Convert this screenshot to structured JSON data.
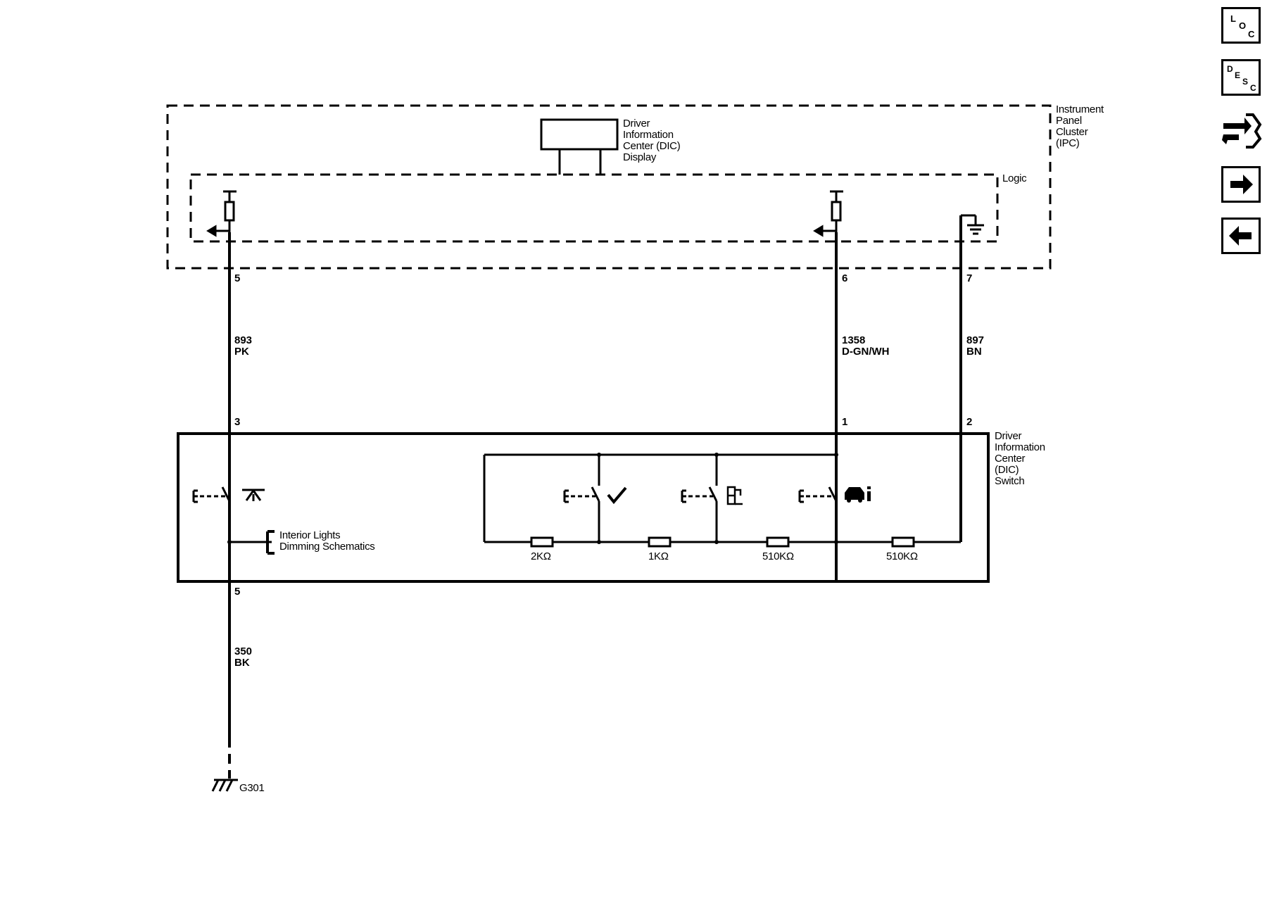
{
  "modules": {
    "ipc": "Instrument\nPanel\nCluster\n(IPC)",
    "logic": "Logic",
    "dic_display": "Driver\nInformation\nCenter (DIC)\nDisplay",
    "dic_switch": "Driver\nInformation\nCenter\n(DIC)\nSwitch",
    "interior_lights": "Interior Lights\nDimming Schematics",
    "ground": "G301"
  },
  "pins": {
    "ipc_5": "5",
    "ipc_6": "6",
    "ipc_7": "7",
    "sw_3": "3",
    "sw_1": "1",
    "sw_2": "2",
    "sw_5": "5"
  },
  "wires": {
    "w893": "893\nPK",
    "w1358": "1358\nD-GN/WH",
    "w897": "897\nBN",
    "w350": "350\nBK"
  },
  "resistors": {
    "r1": "2KΩ",
    "r2": "1KΩ",
    "r3": "510KΩ",
    "r4": "510KΩ"
  },
  "nav": {
    "loc": [
      "L",
      "O",
      "C"
    ],
    "desc": [
      "D",
      "E",
      "S",
      "C"
    ]
  }
}
